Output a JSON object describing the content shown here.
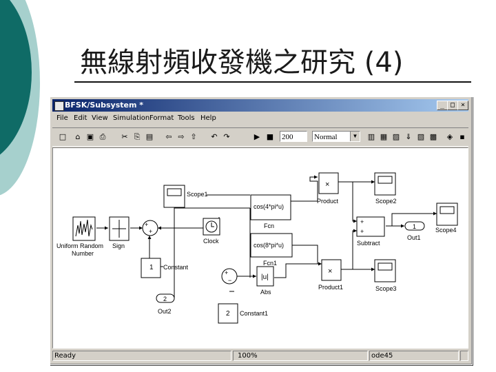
{
  "slide": {
    "title": "無線射頻收發機之研究 (4)",
    "theme_colors": {
      "teal": "#0f6b66",
      "light_teal": "#a6d0cd"
    }
  },
  "window": {
    "title": "BFSK/Subsystem *",
    "controls": {
      "minimize": "_",
      "maximize": "□",
      "close": "×"
    }
  },
  "menu": [
    "File",
    "Edit",
    "View",
    "Simulation",
    "Format",
    "Tools",
    "Help"
  ],
  "toolbar": {
    "icons": [
      "new-icon",
      "open-icon",
      "save-icon",
      "print-icon",
      "cut-icon",
      "copy-icon",
      "paste-icon",
      "back-icon",
      "forward-icon",
      "up-icon",
      "undo-icon",
      "redo-icon",
      "start-icon",
      "stop-icon",
      "library-icon",
      "model-explorer-icon",
      "debug-icon",
      "update-icon",
      "build-icon",
      "subsystem-icon",
      "diagnostics-icon"
    ],
    "stop_time": "200",
    "sim_mode": "Normal"
  },
  "diagram": {
    "blocks": {
      "scope1": "Scope1",
      "scope2": "Scope2",
      "scope3": "Scope3",
      "scope4": "Scope4",
      "fcn_expr": "cos(4*pi*u)",
      "fcn": "Fcn",
      "fcn1_expr": "cos(8*pi*u)",
      "fcn1": "Fcn1",
      "product": "Product",
      "product1": "Product1",
      "product_symbol": "×",
      "subtract": "Subtract",
      "plus": "+",
      "minus": "−",
      "uniform_random_number": "Uniform Random\nNumber",
      "sign": "Sign",
      "clock": "Clock",
      "constant_value": "1",
      "constant": "Constant",
      "constant1_value": "2",
      "constant1": "Constant1",
      "abs_expr": "|u|",
      "abs": "Abs",
      "out1_port": "1",
      "out1": "Out1",
      "out2_port": "2",
      "out2": "Out2"
    }
  },
  "status": {
    "ready": "Ready",
    "zoom": "100%",
    "solver": "ode45"
  }
}
